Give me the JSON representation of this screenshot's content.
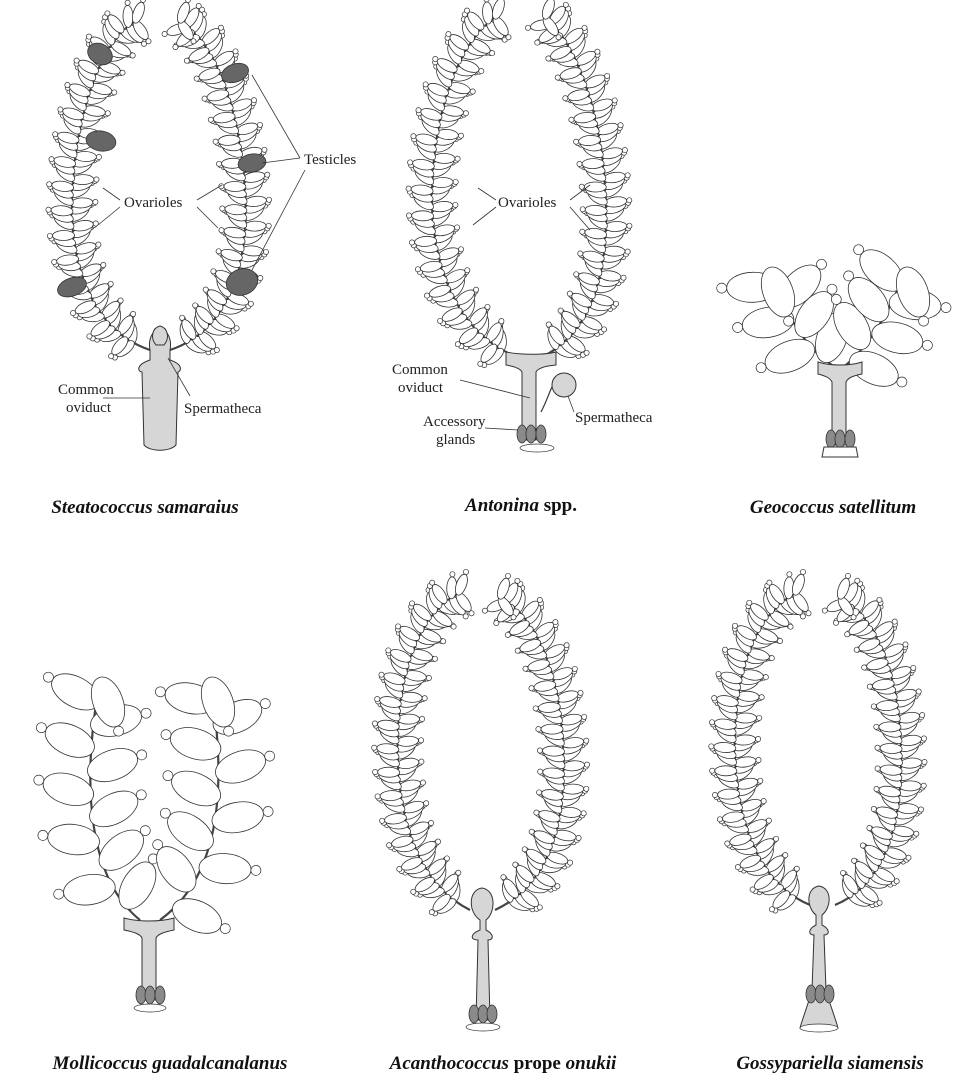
{
  "labels": {
    "ovarioles_1": "Ovarioles",
    "ovarioles_2": "Ovarioles",
    "testicles": "Testicles",
    "common_oviduct_1_line1": "Common",
    "common_oviduct_1_line2": "oviduct",
    "spermatheca_1": "Spermatheca",
    "common_oviduct_2_line1": "Common",
    "common_oviduct_2_line2": "oviduct",
    "spermatheca_2": "Spermatheca",
    "accessory_glands_line1": "Accessory",
    "accessory_glands_line2": "glands"
  },
  "captions": [
    {
      "genus": "Steatococcus samaraius",
      "suffix": "",
      "suffix_italic": ""
    },
    {
      "genus": "Antonina",
      "suffix": " spp.",
      "suffix_italic": ""
    },
    {
      "genus": "Geococcus satellitum",
      "suffix": "",
      "suffix_italic": ""
    },
    {
      "genus": "Mollicoccus guadalcanalanus",
      "suffix": "",
      "suffix_italic": ""
    },
    {
      "genus": "Acanthococcus",
      "suffix": " prope ",
      "suffix_italic": "onukii"
    },
    {
      "genus": "Gossypariella siamensis",
      "suffix": "",
      "suffix_italic": ""
    }
  ],
  "colors": {
    "duct_fill": "#d6d6d6",
    "gland_fill": "#8a8a8a",
    "testis_fill": "#666666",
    "outline": "#333333"
  }
}
